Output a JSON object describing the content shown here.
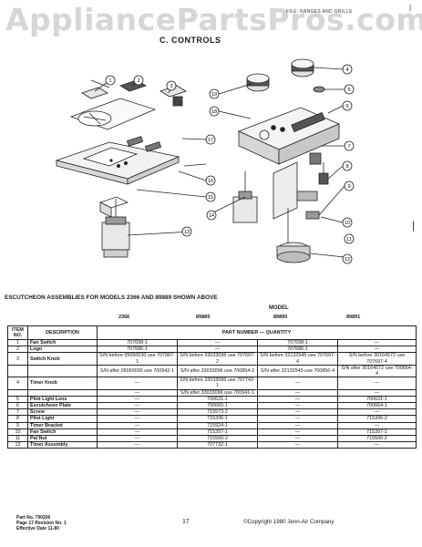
{
  "watermark": "AppliancePartsPros.com",
  "header": {
    "file_label": "FILE: RANGES AND GRILLS",
    "corner_mark": "|",
    "section_title": "C. CONTROLS"
  },
  "diagram": {
    "callouts": [
      "1",
      "2",
      "3",
      "4",
      "5",
      "6",
      "7",
      "8",
      "9",
      "10",
      "11",
      "12",
      "13",
      "14",
      "15",
      "16",
      "17",
      "18",
      "19"
    ]
  },
  "assemblies": {
    "heading": "ESCUTCHEON ASSEMBLIES FOR MODELS 2366 AND 89889 SHOWN ABOVE",
    "model_label": "MODEL",
    "models": [
      "2366",
      "89889",
      "89890",
      "89891"
    ]
  },
  "table": {
    "headers": {
      "item_no": "ITEM NO.",
      "description": "DESCRIPTION",
      "part_number": "PART NUMBER — QUANTITY"
    },
    "rows": [
      {
        "item": "1",
        "desc": "Fan Switch",
        "c1": "707698-1",
        "c2": "—",
        "c3": "707698-1",
        "c4": "—"
      },
      {
        "item": "2",
        "desc": "Logo",
        "c1": "707686-1",
        "c2": "—",
        "c3": "707686-1",
        "c4": "—"
      },
      {
        "item": "3",
        "desc": "Switch Knob",
        "c1": "S/N before 05050030 use 707987-1",
        "c2": "S/N before 33033096 use 707697-2",
        "c3": "S/N before 32132545 use 707697-4",
        "c4": "S/N before 30164572 use 707697-4"
      },
      {
        "item": "",
        "desc": "",
        "c1": "S/N after 05050030 use 700942-1",
        "c2": "S/N after 33033096 use 700854-2",
        "c3": "S/N after 32132545 use 700856-4",
        "c4": "S/N after 30164572 use 700854-4"
      },
      {
        "item": "4",
        "desc": "Timer Knob",
        "c1": "—",
        "c2": "S/N before 33033096 use 707742-1",
        "c3": "—",
        "c4": "—"
      },
      {
        "item": "",
        "desc": "",
        "c1": "—",
        "c2": "S/N after 33033096 use 700941-1",
        "c3": "—",
        "c4": "—"
      },
      {
        "item": "5",
        "desc": "Pilot Light Lens",
        "c1": "—",
        "c2": "700631-1",
        "c3": "—",
        "c4": "700631-1"
      },
      {
        "item": "6",
        "desc": "Escutcheon Plate",
        "c1": "—",
        "c2": "700665-1",
        "c3": "—",
        "c4": "700664-1"
      },
      {
        "item": "7",
        "desc": "Screw",
        "c1": "—",
        "c2": "715573-2",
        "c3": "—",
        "c4": "—"
      },
      {
        "item": "8",
        "desc": "Pilot Light",
        "c1": "—",
        "c2": "715396-1",
        "c3": "—",
        "c4": "715396-2"
      },
      {
        "item": "9",
        "desc": "Timer Bracket",
        "c1": "—",
        "c2": "715924-1",
        "c3": "—",
        "c4": "—"
      },
      {
        "item": "10",
        "desc": "Fan Switch",
        "c1": "—",
        "c2": "715397-1",
        "c3": "—",
        "c4": "715397-1"
      },
      {
        "item": "11",
        "desc": "Pal Nut",
        "c1": "—",
        "c2": "715500-2",
        "c3": "—",
        "c4": "715500-2"
      },
      {
        "item": "12",
        "desc": "Timer Assembly",
        "c1": "—",
        "c2": "707732-1",
        "c3": "—",
        "c4": "—"
      }
    ]
  },
  "footer": {
    "part_no": "Part No. 790206",
    "revision": "Page 17 Revision No. 1",
    "effective": "Effective Date 11-80",
    "page_number": "17",
    "copyright": "©Copyright 1980 Jenn-Air Company"
  }
}
